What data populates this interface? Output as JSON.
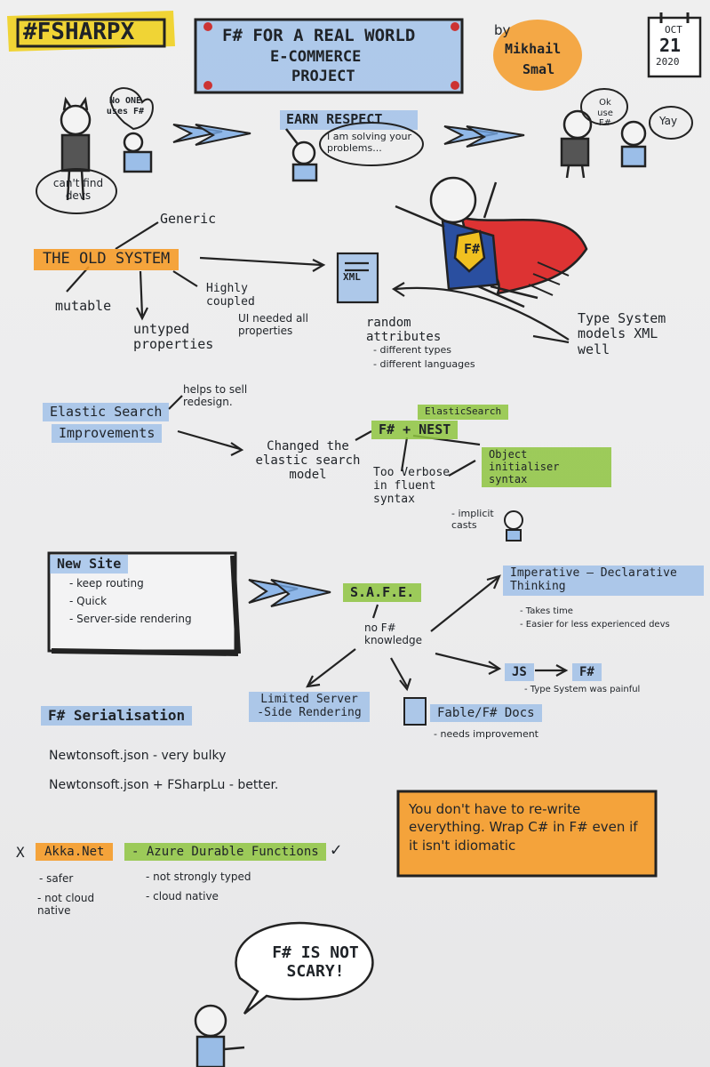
{
  "header": {
    "hashtag": "#FSHARPX",
    "title_line1": "F# FOR A REAL WORLD",
    "title_line2": "E-COMMERCE",
    "title_line3": "PROJECT",
    "by": "by",
    "author_first": "Mikhail",
    "author_last": "Smal",
    "cal_month": "OCT",
    "cal_day": "21",
    "cal_year": "2020"
  },
  "intro": {
    "speech1": "No ONE uses F#",
    "cant_find": "can't find devs",
    "earn": "EARN RESPECT",
    "solving": "I am solving your problems...",
    "ok_use": "Ok use F#",
    "yay": "Yay"
  },
  "old_system": {
    "title": "THE OLD SYSTEM",
    "generic": "Generic",
    "mutable": "mutable",
    "untyped": "untyped properties",
    "highly": "Highly coupled",
    "ui_needed": "UI needed all properties",
    "xml": "XML",
    "random": "random attributes",
    "diff_types": "- different types",
    "diff_langs": "- different languages",
    "hero_badge": "F#",
    "type_system": "Type System models XML well"
  },
  "elastic": {
    "title_line1": "Elastic Search",
    "title_line2": "Improvements",
    "helps": "helps to sell redesign.",
    "changed": "Changed the elastic search model",
    "es_label": "ElasticSearch",
    "fnest": "F# + NEST",
    "object_init": "Object initialiser syntax",
    "too_verbose": "Too Verbose in fluent syntax",
    "implicit": "- implicit casts"
  },
  "new_site": {
    "title": "New Site",
    "items": [
      "- keep routing",
      "- Quick",
      "- Server-side rendering"
    ],
    "safe": "S.A.F.E.",
    "no_fsharp": "no F# knowledge",
    "imperative": "Imperative — Declarative Thinking",
    "takes_time": "- Takes time",
    "easier": "- Easier for less experienced devs",
    "js": "JS",
    "fsharp": "F#",
    "type_painful": "- Type System was painful",
    "limited": "Limited Server -Side Rendering",
    "fable": "Fable/F# Docs",
    "needs_improve": "- needs improvement"
  },
  "serialisation": {
    "title": "F# Serialisation",
    "line1": "Newtonsoft.json - very bulky",
    "line2": "Newtonsoft.json + FSharpLu - better."
  },
  "advice": "You don't have to re-write everything. Wrap C# in F# even if it isn't idiomatic",
  "akka": {
    "cross": "X",
    "akka": "Akka.Net",
    "azure": "- Azure Durable Functions",
    "check": "✓",
    "safer": "- safer",
    "not_cloud": "- not cloud native",
    "not_strong": "- not strongly typed",
    "cloud_native": "- cloud native"
  },
  "footer": {
    "speech": "F# IS NOT SCARY!"
  }
}
